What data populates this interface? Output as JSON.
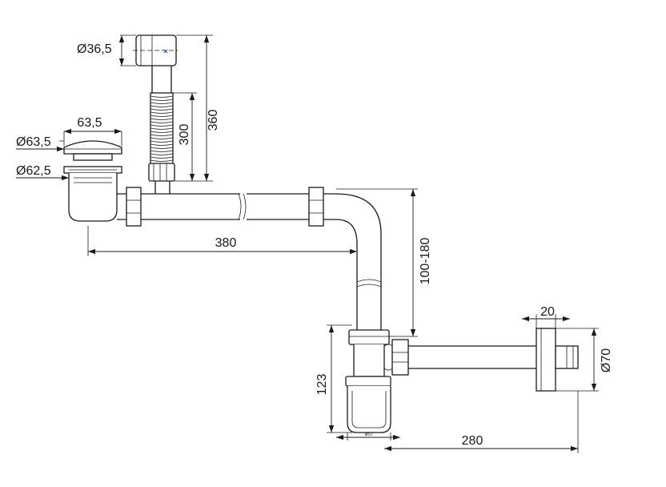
{
  "dimensions": {
    "overflow_connector_diameter": "Ø36,5",
    "overflow_total_height": "360",
    "overflow_hose_length": "300",
    "drain_cap_width": "63,5",
    "drain_cap_diameter": "Ø63,5",
    "drain_body_diameter": "Ø62,5",
    "horizontal_pipe_length": "380",
    "vertical_drop_range": "100-180",
    "trap_height": "123",
    "outlet_length": "280",
    "wall_flange_thickness": "20",
    "outlet_diameter": "Ø70",
    "trap_label": "ø57"
  },
  "colors": {
    "line": "#1a1a1a",
    "background": "#ffffff",
    "accent_mark": "#3355aa"
  }
}
